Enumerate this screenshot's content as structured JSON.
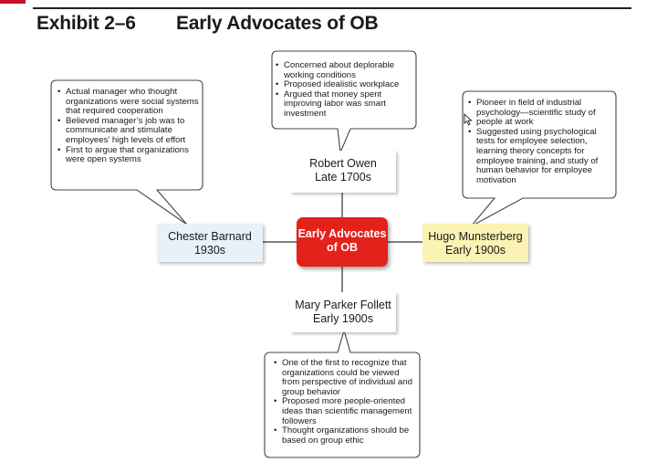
{
  "header": {
    "exhibit": "Exhibit 2–6",
    "title": "Early Advocates of OB"
  },
  "center": {
    "line1": "Early Advocates",
    "line2": "of OB"
  },
  "people": {
    "owen": {
      "name": "Robert Owen",
      "period": "Late 1700s",
      "points": [
        "Concerned about deplorable working conditions",
        "Proposed idealistic workplace",
        "Argued that money spent improving labor was smart investment"
      ]
    },
    "barnard": {
      "name": "Chester Barnard",
      "period": "1930s",
      "points": [
        "Actual manager who thought organizations were social systems that required cooperation",
        "Believed manager’s job was to communicate and stimulate employees’ high levels of effort",
        "First to argue that organizations were open systems"
      ]
    },
    "munsterberg": {
      "name": "Hugo Munsterberg",
      "period": "Early 1900s",
      "points": [
        "Pioneer in field of industrial psychology—scientific study of people at work",
        "Suggested using psychological tests for employee selection, learning theory concepts for employee training, and study of human behavior for employee motivation"
      ]
    },
    "follett": {
      "name": "Mary Parker Follett",
      "period": "Early 1900s",
      "points": [
        "One of the first to recognize that organizations could be viewed from perspective of individual and group behavior",
        "Proposed more people-oriented ideas than scientific management followers",
        "Thought organizations should be based on group ethic"
      ]
    }
  },
  "colors": {
    "center_fill": "#e4211b",
    "barnard_fill": "#e6f1f8",
    "munsterberg_fill": "#fbf2b4",
    "accent": "#c8102e"
  },
  "icons": {
    "cursor": "mouse-pointer-icon"
  }
}
